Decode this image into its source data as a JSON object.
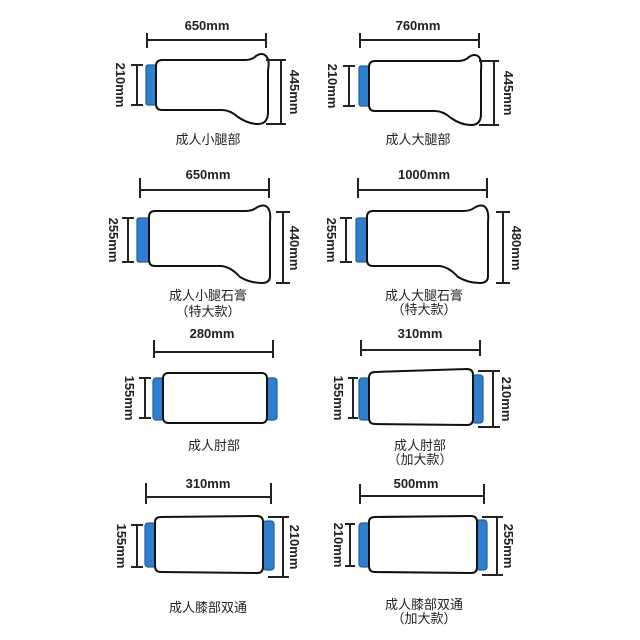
{
  "colors": {
    "cuff": "#2f7fcc",
    "outline": "#111111"
  },
  "items": [
    {
      "name": "成人小腿部",
      "sub": "",
      "length": "650mm",
      "left": "210mm",
      "right": "445mm"
    },
    {
      "name": "成人大腿部",
      "sub": "",
      "length": "760mm",
      "left": "210mm",
      "right": "445mm"
    },
    {
      "name": "成人小腿石膏",
      "sub": "（特大款）",
      "length": "650mm",
      "left": "255mm",
      "right": "440mm"
    },
    {
      "name": "成人大腿石膏",
      "sub": "（特大款）",
      "length": "1000mm",
      "left": "255mm",
      "right": "480mm"
    },
    {
      "name": "成人肘部",
      "sub": "",
      "length": "280mm",
      "left": "155mm",
      "right": ""
    },
    {
      "name": "成人肘部",
      "sub": "（加大款）",
      "length": "310mm",
      "left": "155mm",
      "right": "210mm"
    },
    {
      "name": "成人膝部双通",
      "sub": "",
      "length": "310mm",
      "left": "155mm",
      "right": "210mm"
    },
    {
      "name": "成人膝部双通",
      "sub": "（加大款）",
      "length": "500mm",
      "left": "210mm",
      "right": "255mm"
    }
  ]
}
